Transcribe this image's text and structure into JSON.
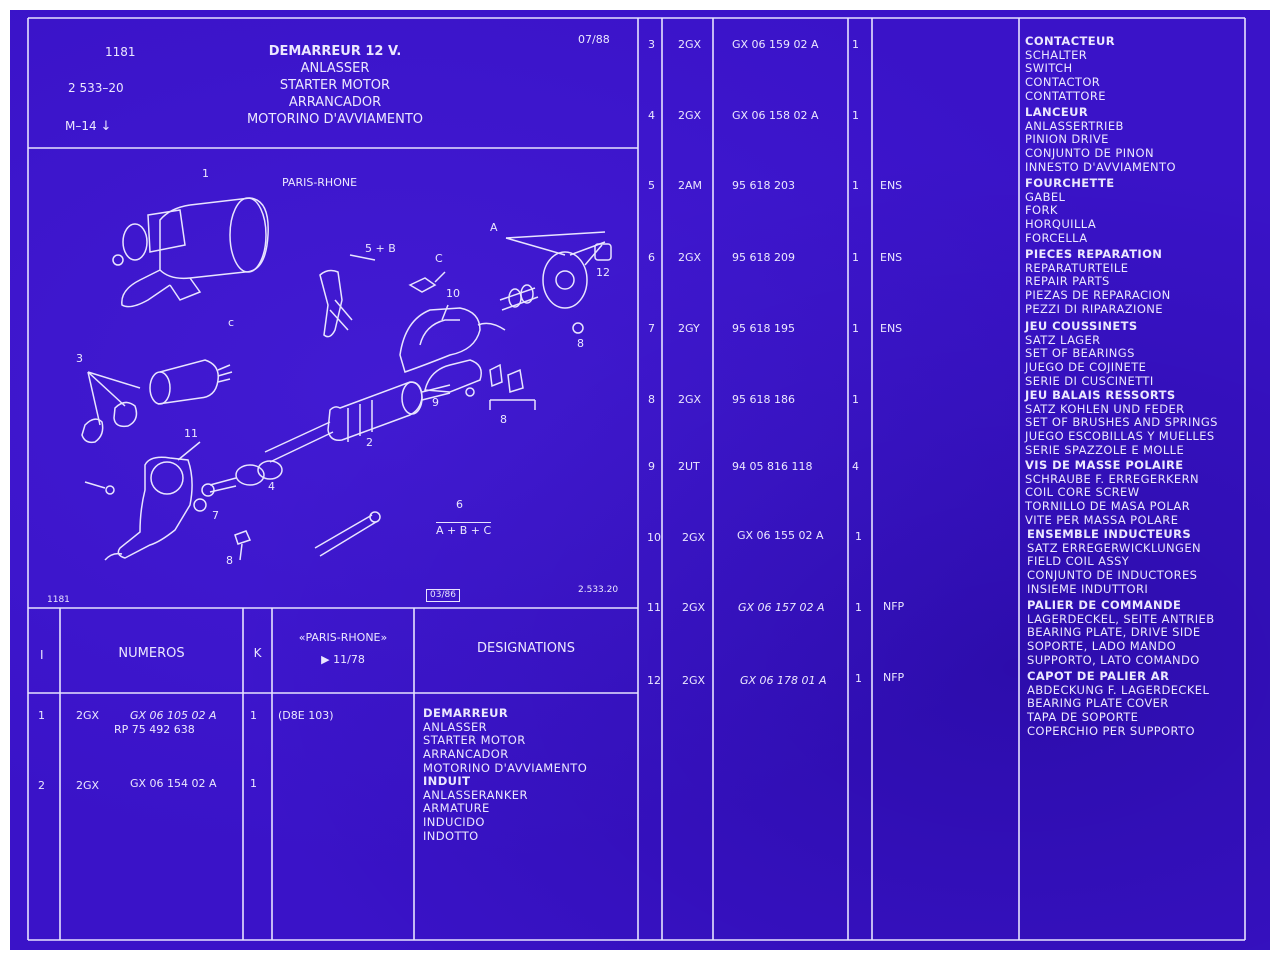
{
  "header": {
    "page_number": "1181",
    "ref_code": "2  533–20",
    "model_ref": "M–14",
    "date": "07/88",
    "title_lines": [
      "DEMARREUR 12 V.",
      "ANLASSER",
      "STARTER MOTOR",
      "ARRANCADOR",
      "MOTORINO D'AVVIAMENTO"
    ]
  },
  "diagram": {
    "manufacturer": "PARIS-RHONE",
    "footer_left": "1181",
    "footer_date": "03/86",
    "footer_right": "2.533.20",
    "callouts": [
      "1",
      "2",
      "3",
      "4",
      "5 + B",
      "6",
      "A + B + C",
      "7",
      "8",
      "8",
      "8",
      "9",
      "10",
      "11",
      "12",
      "A",
      "C",
      "c"
    ]
  },
  "table_header": {
    "col_item": "I",
    "col_numbers": "NUMEROS",
    "col_k": "K",
    "col_paris_rhone_1": "«PARIS-RHONE»",
    "col_paris_rhone_2": "▶ 11/78",
    "col_designations": "DESIGNATIONS"
  },
  "parts_left": [
    {
      "item": "1",
      "code": "2GX",
      "number": "GX  06  105  02  A",
      "alt_number": "RP  75  492  638",
      "qty": "1",
      "note": "(D8E 103)",
      "designations": [
        "DEMARREUR",
        "ANLASSER",
        "STARTER MOTOR",
        "ARRANCADOR",
        "MOTORINO D'AVVIAMENTO"
      ]
    },
    {
      "item": "2",
      "code": "2GX",
      "number": "GX  06  154  02  A",
      "alt_number": "",
      "qty": "1",
      "note": "",
      "designations": [
        "INDUIT",
        "ANLASSERANKER",
        "ARMATURE",
        "INDUCIDO",
        "INDOTTO"
      ]
    }
  ],
  "parts_right": [
    {
      "item": "3",
      "code": "2GX",
      "number": "GX  06  159  02  A",
      "qty": "1",
      "note": "",
      "designations": [
        "CONTACTEUR",
        "SCHALTER",
        "SWITCH",
        "CONTACTOR",
        "CONTATTORE"
      ]
    },
    {
      "item": "4",
      "code": "2GX",
      "number": "GX  06  158  02  A",
      "qty": "1",
      "note": "",
      "designations": [
        "LANCEUR",
        "ANLASSERTRIEB",
        "PINION DRIVE",
        "CONJUNTO DE PINON",
        "INNESTO D'AVVIAMENTO"
      ]
    },
    {
      "item": "5",
      "code": "2AM",
      "number": "95  618  203",
      "qty": "1",
      "note": "ENS",
      "designations": [
        "FOURCHETTE",
        "GABEL",
        "FORK",
        "HORQUILLA",
        "FORCELLA"
      ]
    },
    {
      "item": "6",
      "code": "2GX",
      "number": "95  618  209",
      "qty": "1",
      "note": "ENS",
      "designations": [
        "PIECES REPARATION",
        "REPARATURTEILE",
        "REPAIR PARTS",
        "PIEZAS DE REPARACION",
        "PEZZI DI RIPARAZIONE"
      ]
    },
    {
      "item": "7",
      "code": "2GY",
      "number": "95  618  195",
      "qty": "1",
      "note": "ENS",
      "designations": [
        "JEU COUSSINETS",
        "SATZ LAGER",
        "SET OF BEARINGS",
        "JUEGO DE COJINETE",
        "SERIE DI CUSCINETTI"
      ]
    },
    {
      "item": "8",
      "code": "2GX",
      "number": "95  618  186",
      "qty": "1",
      "note": "",
      "designations": [
        "JEU BALAIS RESSORTS",
        "SATZ KOHLEN UND FEDER",
        "SET OF BRUSHES AND SPRINGS",
        "JUEGO ESCOBILLAS Y MUELLES",
        "SERIE SPAZZOLE E MOLLE"
      ]
    },
    {
      "item": "9",
      "code": "2UT",
      "number": "94  05  816  118",
      "qty": "4",
      "note": "",
      "designations": [
        "VIS DE MASSE POLAIRE",
        "SCHRAUBE F. ERREGERKERN",
        "COIL CORE SCREW",
        "TORNILLO DE MASA POLAR",
        "VITE PER MASSA POLARE"
      ]
    },
    {
      "item": "10",
      "code": "2GX",
      "number": "GX  06  155  02  A",
      "qty": "1",
      "note": "",
      "designations": [
        "ENSEMBLE INDUCTEURS",
        "SATZ ERREGERWICKLUNGEN",
        "FIELD COIL ASSY",
        "CONJUNTO DE INDUCTORES",
        "INSIEME INDUTTORI"
      ]
    },
    {
      "item": "11",
      "code": "2GX",
      "number": "GX  06  157  02  A",
      "qty": "1",
      "note": "NFP",
      "designations": [
        "PALIER DE COMMANDE",
        "LAGERDECKEL, SEITE ANTRIEB",
        "BEARING PLATE, DRIVE SIDE",
        "SOPORTE, LADO MANDO",
        "SUPPORTO, LATO COMANDO"
      ]
    },
    {
      "item": "12",
      "code": "2GX",
      "number": "GX  06  178  01  A",
      "qty": "1",
      "note": "NFP",
      "designations": [
        "CAPOT DE PALIER AR",
        "ABDECKUNG F. LAGERDECKEL",
        "BEARING PLATE COVER",
        "TAPA DE SOPORTE",
        "COPERCHIO PER SUPPORTO"
      ]
    }
  ]
}
